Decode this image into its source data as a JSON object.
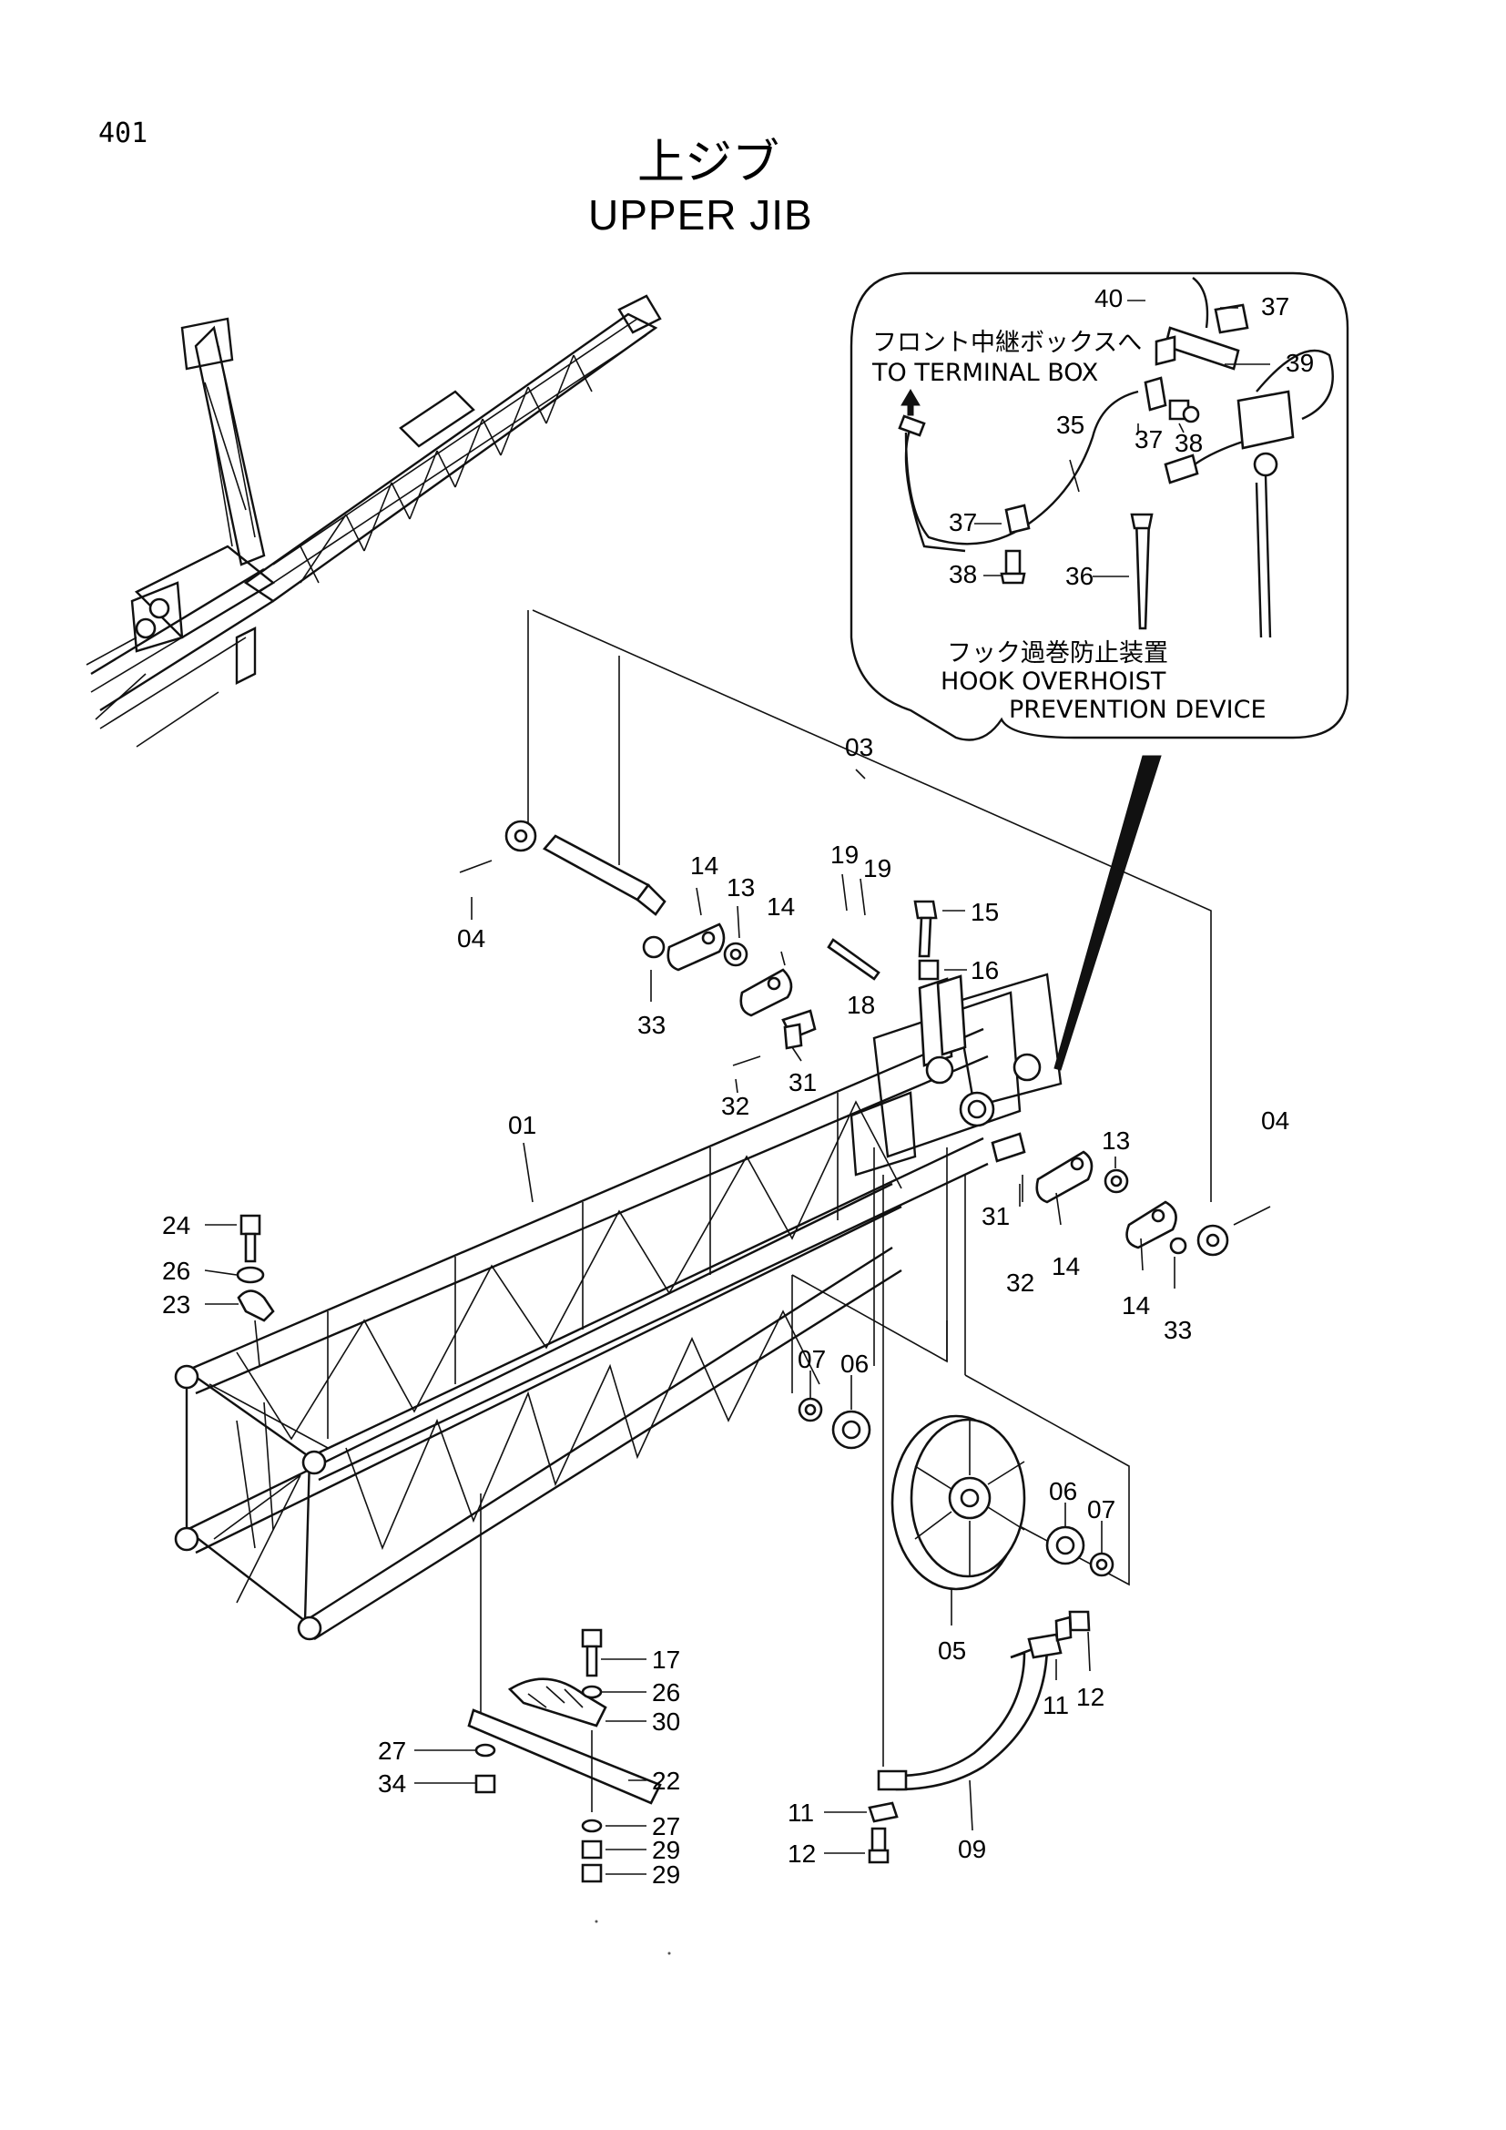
{
  "page_number": "401",
  "title": {
    "japanese": "上ジブ",
    "english": "UPPER JIB"
  },
  "callouts": {
    "terminal_box_jp": "フロント中継ボックスへ",
    "terminal_box_en": "TO TERMINAL BOX",
    "hook_device_jp": "フック過巻防止装置",
    "hook_device_en_1": "HOOK OVERHOIST",
    "hook_device_en_2": "PREVENTION DEVICE"
  },
  "part_labels": [
    {
      "id": "40",
      "text": "40"
    },
    {
      "id": "37a",
      "text": "37"
    },
    {
      "id": "39",
      "text": "39"
    },
    {
      "id": "35",
      "text": "35"
    },
    {
      "id": "37b",
      "text": "37"
    },
    {
      "id": "38a",
      "text": "38"
    },
    {
      "id": "37c",
      "text": "37"
    },
    {
      "id": "38b",
      "text": "38"
    },
    {
      "id": "36",
      "text": "36"
    },
    {
      "id": "03",
      "text": "03"
    },
    {
      "id": "04a",
      "text": "04"
    },
    {
      "id": "14a",
      "text": "14"
    },
    {
      "id": "13a",
      "text": "13"
    },
    {
      "id": "14b",
      "text": "14"
    },
    {
      "id": "19a",
      "text": "19"
    },
    {
      "id": "19b",
      "text": "19"
    },
    {
      "id": "15",
      "text": "15"
    },
    {
      "id": "16",
      "text": "16"
    },
    {
      "id": "18",
      "text": "18"
    },
    {
      "id": "33a",
      "text": "33"
    },
    {
      "id": "31a",
      "text": "31"
    },
    {
      "id": "32a",
      "text": "32"
    },
    {
      "id": "01",
      "text": "01"
    },
    {
      "id": "04b",
      "text": "04"
    },
    {
      "id": "13b",
      "text": "13"
    },
    {
      "id": "31b",
      "text": "31"
    },
    {
      "id": "32b",
      "text": "32"
    },
    {
      "id": "14c",
      "text": "14"
    },
    {
      "id": "14d",
      "text": "14"
    },
    {
      "id": "33b",
      "text": "33"
    },
    {
      "id": "24",
      "text": "24"
    },
    {
      "id": "26a",
      "text": "26"
    },
    {
      "id": "23",
      "text": "23"
    },
    {
      "id": "07a",
      "text": "07"
    },
    {
      "id": "06a",
      "text": "06"
    },
    {
      "id": "06b",
      "text": "06"
    },
    {
      "id": "07b",
      "text": "07"
    },
    {
      "id": "05",
      "text": "05"
    },
    {
      "id": "12a",
      "text": "12"
    },
    {
      "id": "11a",
      "text": "11"
    },
    {
      "id": "17",
      "text": "17"
    },
    {
      "id": "26b",
      "text": "26"
    },
    {
      "id": "30",
      "text": "30"
    },
    {
      "id": "27a",
      "text": "27"
    },
    {
      "id": "22",
      "text": "22"
    },
    {
      "id": "34",
      "text": "34"
    },
    {
      "id": "27b",
      "text": "27"
    },
    {
      "id": "29a",
      "text": "29"
    },
    {
      "id": "29b",
      "text": "29"
    },
    {
      "id": "11b",
      "text": "11"
    },
    {
      "id": "12b",
      "text": "12"
    },
    {
      "id": "09",
      "text": "09"
    }
  ]
}
